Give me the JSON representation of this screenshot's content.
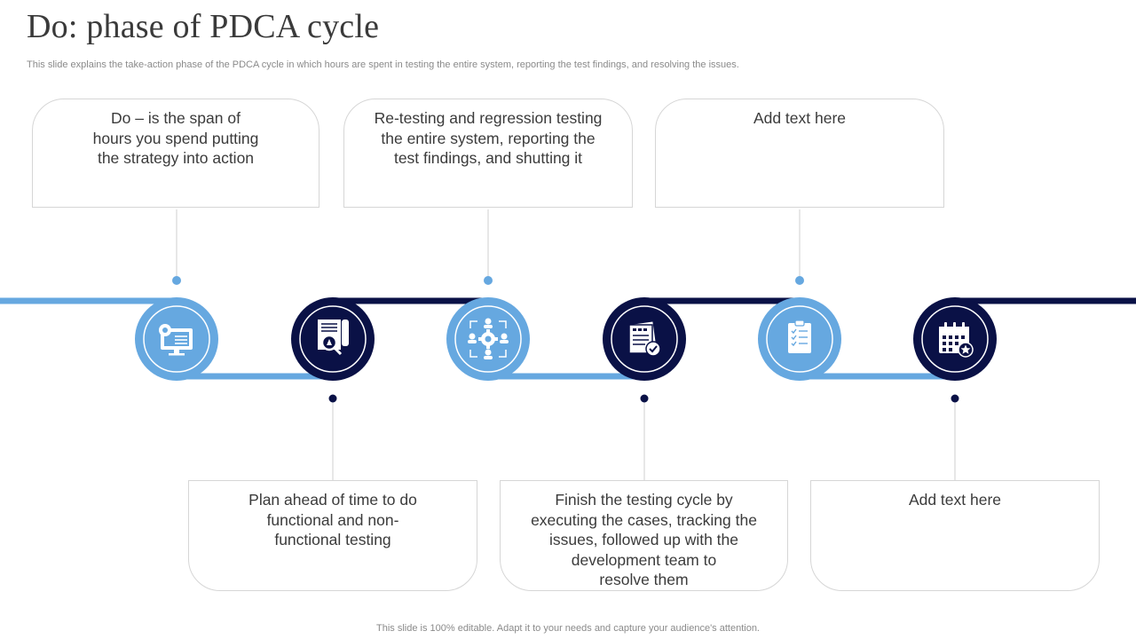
{
  "title": "Do: phase of PDCA cycle",
  "subtitle": "This slide explains the take-action phase of the PDCA cycle  in which hours are spent in testing the entire system, reporting the test findings, and resolving the issues.",
  "footer": "This slide is 100% editable. Adapt it to your needs and capture your audience's attention.",
  "colors": {
    "light_blue": "#66a8e0",
    "navy": "#0a1146",
    "connector": "#cfcfcf",
    "border": "#d6d6d6"
  },
  "top_cards": [
    {
      "text": "Do – is the span of\nhours you spend putting\nthe strategy into action"
    },
    {
      "text": "Re-testing and regression testing\nthe entire system, reporting the\ntest findings, and shutting it"
    },
    {
      "text": "Add text here"
    }
  ],
  "bottom_cards": [
    {
      "text": "Plan ahead of time to do\nfunctional and non-\nfunctional testing"
    },
    {
      "text": "Finish the testing cycle by\nexecuting the cases, tracking the\nissues, followed up with the\ndevelopment team to\nresolve them"
    },
    {
      "text": "Add text here"
    }
  ],
  "nodes": [
    {
      "icon": "settings-monitor-icon",
      "color": "light_blue"
    },
    {
      "icon": "document-search-icon",
      "color": "navy"
    },
    {
      "icon": "team-gear-icon",
      "color": "light_blue"
    },
    {
      "icon": "test-report-check-icon",
      "color": "navy"
    },
    {
      "icon": "clipboard-checklist-icon",
      "color": "light_blue"
    },
    {
      "icon": "calendar-star-icon",
      "color": "navy"
    }
  ]
}
